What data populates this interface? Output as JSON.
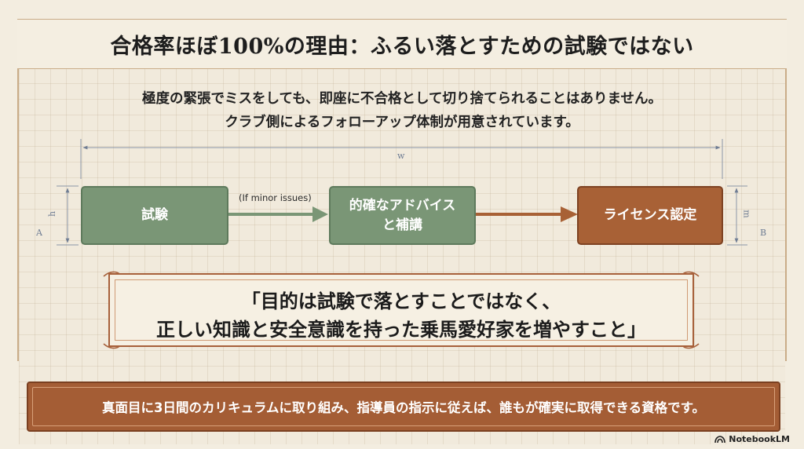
{
  "title": "合格率ほぼ100%の理由：ふるい落とすための試験ではない",
  "intro": {
    "line1": "極度の緊張でミスをしても、即座に不合格として切り捨てられることはありません。",
    "line2": "クラブ側によるフォローアップ体制が用意されています。"
  },
  "diagram": {
    "dims": {
      "w": "w",
      "h": "h",
      "m": "m",
      "a": "A",
      "b": "B"
    },
    "nodes": {
      "exam": "試験",
      "advice_line1": "的確なアドバイス",
      "advice_line2": "と補講",
      "license": "ライセンス認定"
    },
    "edge_label": "(If minor issues)",
    "colors": {
      "green": "#7a9676",
      "brown": "#a86136",
      "dim": "#6e7c93"
    }
  },
  "quote": {
    "line1": "「目的は試験で落とすことではなく、",
    "line2": "正しい知識と安全意識を持った乗馬愛好家を増やすこと」"
  },
  "banner": "真面目に3日間のカリキュラムに取り組み、指導員の指示に従えば、誰もが確実に取得できる資格です。",
  "credit": "NotebookLM"
}
